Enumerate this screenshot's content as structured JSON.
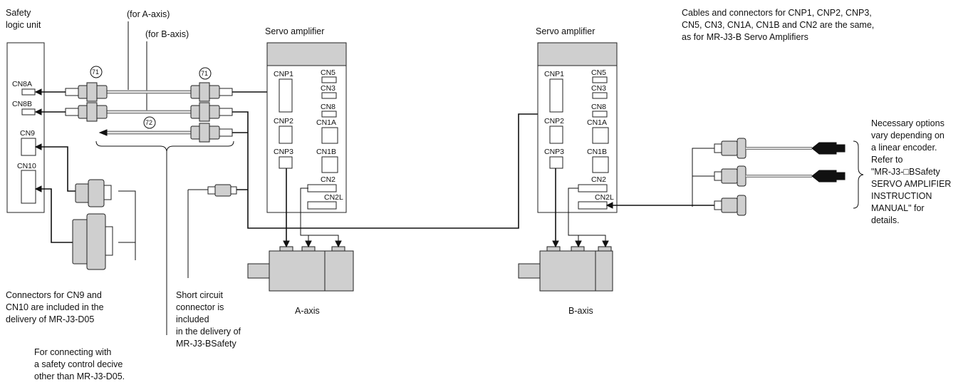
{
  "labels": {
    "safety_logic_unit_line1": "Safety",
    "safety_logic_unit_line2": "logic unit",
    "for_a_axis": "(for A-axis)",
    "for_b_axis": "(for B-axis)",
    "servo_amp_a": "Servo amplifier",
    "servo_amp_b": "Servo amplifier",
    "cable_note": [
      "Cables and connectors for CNP1, CNP2, CNP3,",
      "CN5, CN3, CN1A, CN1B and CN2 are the same,",
      "as for MR-J3-B Servo Amplifiers"
    ],
    "options_note": [
      "Necessary options",
      "vary depending on",
      "a linear encoder.",
      "Refer to",
      "\"MR-J3-□BSafety",
      "SERVO AMPLIFIER",
      "INSTRUCTION",
      "MANUAL\" for",
      "details."
    ],
    "connectors_note": [
      "Connectors for CN9 and",
      "CN10 are included in the",
      "delivery of MR-J3-D05"
    ],
    "short_circuit_note": [
      "Short circuit",
      "connector is",
      "included",
      "in the delivery of",
      "MR-J3-BSafety"
    ],
    "safety_control_note": [
      "For connecting with",
      "a safety control decive",
      "other than MR-J3-D05."
    ],
    "a_axis": "A-axis",
    "b_axis": "B-axis",
    "marker_71": "71",
    "marker_72": "72"
  },
  "safety_unit_connectors": [
    "CN8A",
    "CN8B",
    "CN9",
    "CN10"
  ],
  "amp_connectors": {
    "left_col": [
      "CNP1",
      "CNP2",
      "CNP3"
    ],
    "right_col": [
      "CN5",
      "CN3",
      "CN8",
      "CN1A",
      "CN1B",
      "CN2",
      "CN2L"
    ]
  }
}
